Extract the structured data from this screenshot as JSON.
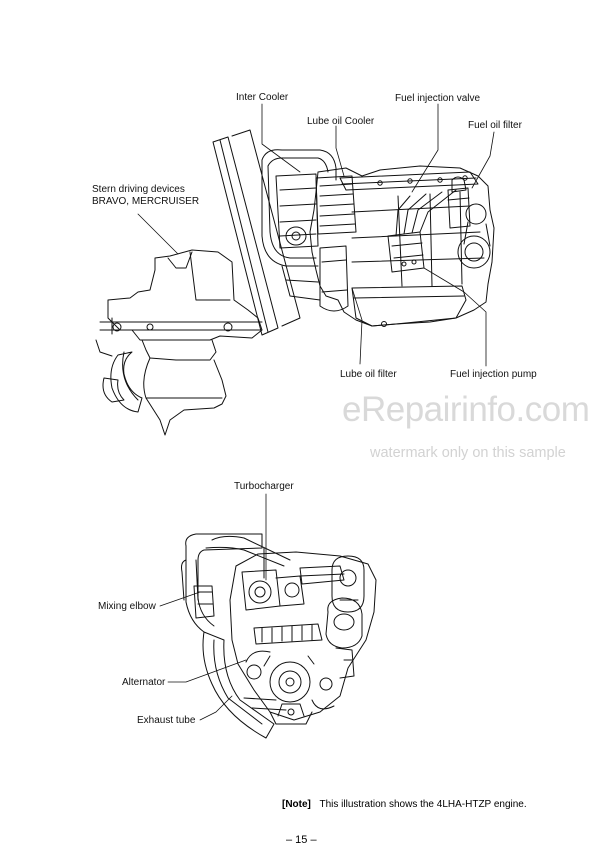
{
  "top_figure": {
    "labels": {
      "inter_cooler": "Inter Cooler",
      "lube_oil_cooler": "Lube oil Cooler",
      "fuel_injection_valve": "Fuel injection valve",
      "fuel_oil_filter": "Fuel oil filter",
      "stern_driving_devices": "Stern driving devices\nBRAVO, MERCRUISER",
      "lube_oil_filter": "Lube oil filter",
      "fuel_injection_pump": "Fuel injection pump"
    }
  },
  "bottom_figure": {
    "labels": {
      "turbocharger": "Turbocharger",
      "mixing_elbow": "Mixing elbow",
      "alternator": "Alternator",
      "exhaust_tube": "Exhaust tube"
    }
  },
  "watermark": {
    "main": "eRepairinfo.com",
    "sub": "watermark only on this sample"
  },
  "note": {
    "tag": "[Note]",
    "text": "This illustration shows the 4LHA-HTZP engine."
  },
  "page_number": "– 15 –"
}
